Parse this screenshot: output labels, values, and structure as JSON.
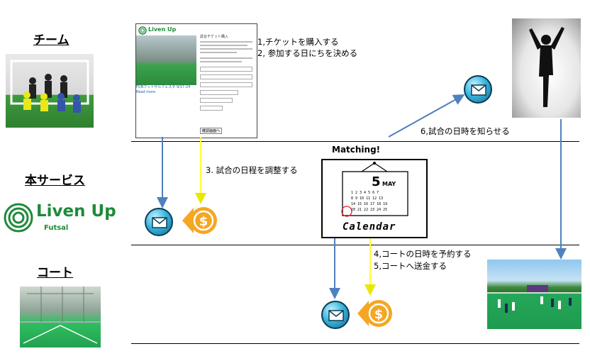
{
  "roles": {
    "team": "チーム",
    "service": "本サービス",
    "court": "コート"
  },
  "logo": {
    "name": "Liven Up",
    "sub": "Futsal",
    "color": "#1e8a3a"
  },
  "webpage": {
    "logo_text": "Liven Up",
    "heading": "試合チケット購入",
    "caption": "FUNフットサルフェスタ 9/17-24",
    "read_more": "Read more",
    "submit": "確認画面へ"
  },
  "steps": {
    "s1": "1,チケットを購入する",
    "s2": "2, 参加する日にちを決める",
    "s3": "3. 試合の日程を調整する",
    "s4": "4,コートの日時を予約する",
    "s5": "5,コートへ送金する",
    "s6": "6,試合の日時を知らせる"
  },
  "matching_label": "Matching!",
  "calendar": {
    "title": "Calendar",
    "month_num": "5",
    "month_name": "MAY"
  },
  "colors": {
    "blue_arrow": "#4f81bd",
    "yellow_arrow": "#ffff33",
    "coin": "#f5a623"
  }
}
